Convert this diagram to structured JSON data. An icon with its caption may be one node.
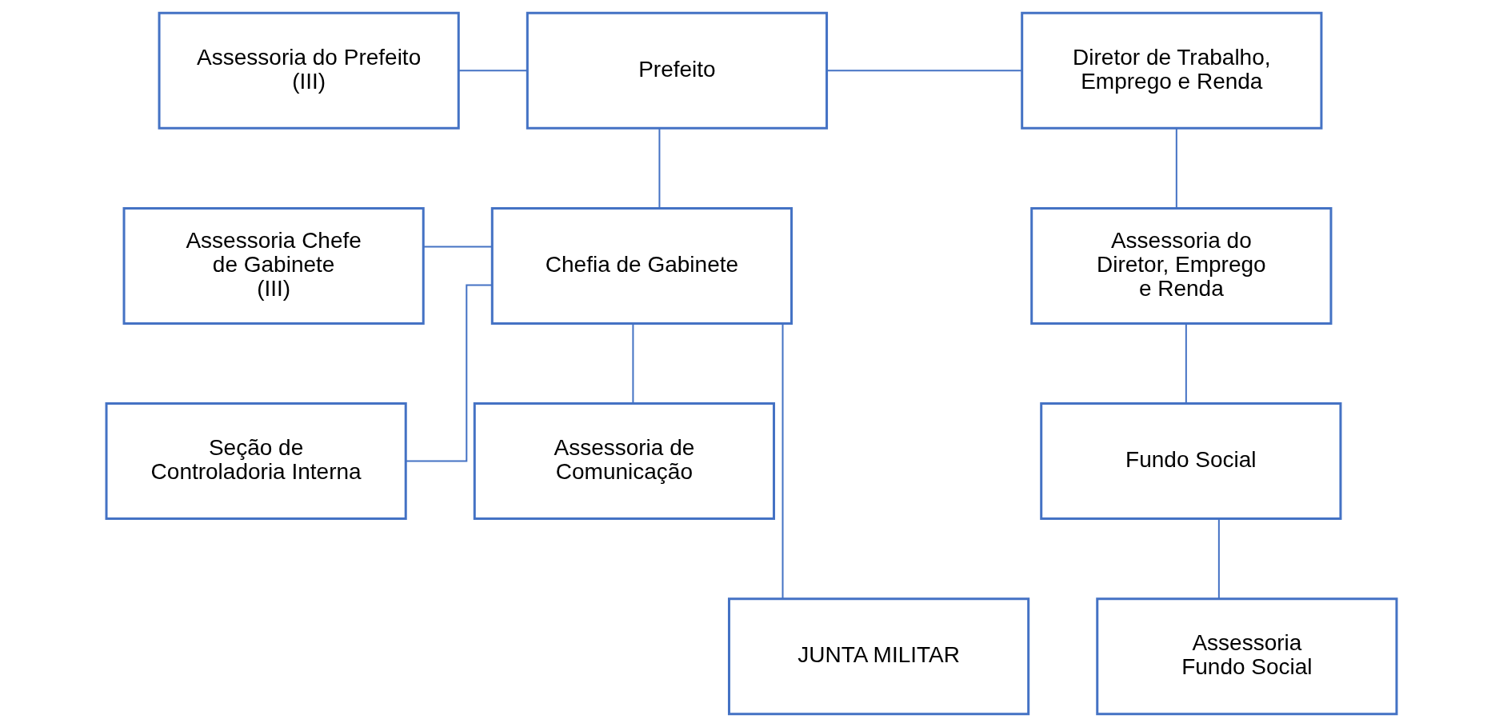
{
  "diagram": {
    "nodes": [
      {
        "text": [
          "Assessoria do Prefeito",
          "(III)"
        ]
      },
      {
        "text": [
          "Prefeito"
        ]
      },
      {
        "text": [
          "Diretor de Trabalho, Emprego e Renda"
        ]
      },
      {
        "text": [
          "Assessoria Chefe de Gabinete (III)"
        ]
      },
      {
        "text": [
          "Chefia de Gabinete"
        ]
      },
      {
        "text": [
          "Assessoria do Diretor, Emprego e Renda"
        ]
      },
      {
        "text": [
          "Seção de Controladoria Interna"
        ]
      },
      {
        "text": [
          "Assessoria de Comunicação"
        ]
      },
      {
        "text": [
          "Fundo Social"
        ]
      },
      {
        "text": [
          "JUNTA MILITAR"
        ]
      },
      {
        "text": [
          "Assessoria",
          "Fundo Social"
        ]
      }
    ],
    "edges": [
      {
        "from": 0,
        "to": 1,
        "arrow": "none"
      },
      {
        "from": 1,
        "to": 2,
        "arrow": "none"
      },
      {
        "from": 1,
        "to": 4,
        "arrow": "none"
      },
      {
        "from": 3,
        "to": 4,
        "arrow": "none"
      },
      {
        "from": 2,
        "to": 5,
        "arrow": "none"
      },
      {
        "from": 4,
        "to": 6,
        "arrow": "none"
      },
      {
        "from": 4,
        "to": 7,
        "arrow": "none"
      },
      {
        "from": 4,
        "to": 9,
        "arrow": "none"
      },
      {
        "from": 5,
        "to": 8,
        "arrow": "none"
      },
      {
        "from": 8,
        "to": 10,
        "arrow": "none"
      }
    ]
  }
}
